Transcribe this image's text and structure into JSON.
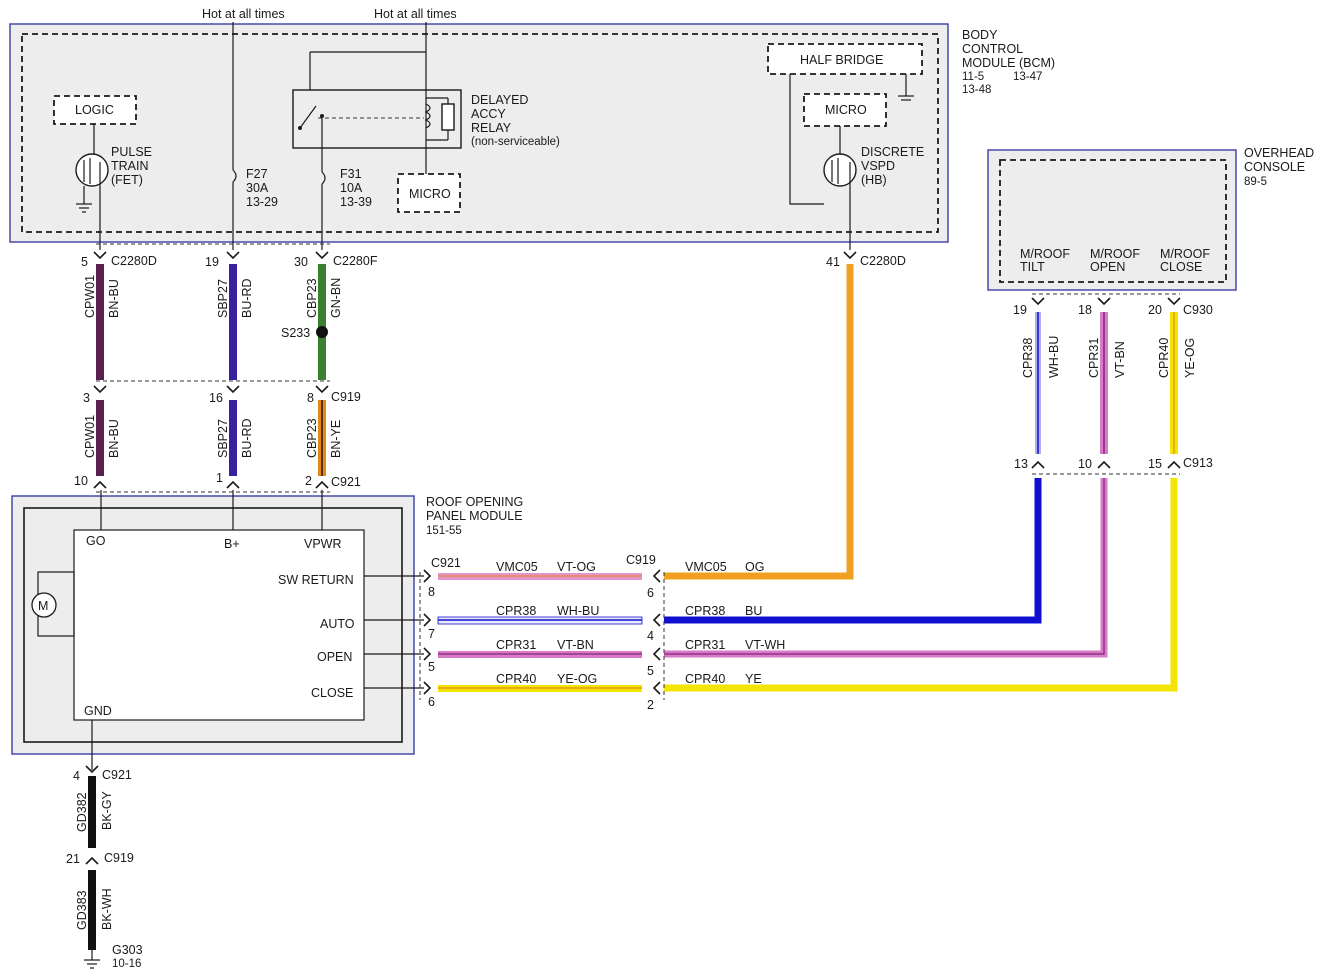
{
  "colors": {
    "module_fill": "#ededed",
    "module_border": "#3a3fa8",
    "wire_orange": "#f0a020",
    "wire_blue": "#1010d0",
    "wire_pink": "#d87ac8",
    "wire_yellow": "#f2e600",
    "wire_black": "#111111",
    "wire_purple_brown": "#5a2050",
    "wire_darkblue": "#3a20a0",
    "wire_green": "#3a8030"
  },
  "top": {
    "hot1": "Hot at all times",
    "hot2": "Hot at all times"
  },
  "bcm": {
    "title1": "BODY",
    "title2": "CONTROL",
    "title3": "MODULE (BCM)",
    "ref1": "11-5",
    "ref2": "13-47",
    "ref3": "13-48",
    "logic": "LOGIC",
    "pulse1": "PULSE",
    "pulse2": "TRAIN",
    "pulse3": "(FET)",
    "relay1": "DELAYED",
    "relay2": "ACCY",
    "relay3": "RELAY",
    "relay4": "(non-serviceable)",
    "micro_mid": "MICRO",
    "micro_right": "MICRO",
    "half_bridge": "HALF BRIDGE",
    "disc1": "DISCRETE",
    "disc2": "VSPD",
    "disc3": "(HB)",
    "f27a": "F27",
    "f27b": "30A",
    "f27c": "13-29",
    "f31a": "F31",
    "f31b": "10A",
    "f31c": "13-39"
  },
  "overhead": {
    "title1": "OVERHEAD",
    "title2": "CONSOLE",
    "ref": "89-5",
    "tilt1": "M/ROOF",
    "tilt2": "TILT",
    "open1": "M/ROOF",
    "open2": "OPEN",
    "close1": "M/ROOF",
    "close2": "CLOSE"
  },
  "rop": {
    "title1": "ROOF OPENING",
    "title2": "PANEL MODULE",
    "ref": "151-55",
    "go": "GO",
    "bplus": "B+",
    "vpwr": "VPWR",
    "swreturn": "SW RETURN",
    "auto": "AUTO",
    "open": "OPEN",
    "close": "CLOSE",
    "gnd": "GND",
    "motor": "M"
  },
  "connectors": {
    "c2280d_left": "C2280D",
    "c2280f": "C2280F",
    "c2280d_right": "C2280D",
    "c919_top": "C919",
    "c921_top": "C921",
    "c930": "C930",
    "c913": "C913",
    "c921_mid": "C921",
    "c919_mid": "C919",
    "c921_gnd": "C921",
    "c919_gnd": "C919",
    "s233": "S233",
    "g303": "G303",
    "g303_ref": "10-16"
  },
  "pins": {
    "p5": "5",
    "p19": "19",
    "p30": "30",
    "p41": "41",
    "p3": "3",
    "p16": "16",
    "p8": "8",
    "p10": "10",
    "p1": "1",
    "p2": "2",
    "oh19": "19",
    "oh18": "18",
    "oh20": "20",
    "oh13": "13",
    "oh10": "10",
    "oh15": "15",
    "l8": "8",
    "l7": "7",
    "l5": "5",
    "l6": "6",
    "r6": "6",
    "r4": "4",
    "r5": "5",
    "r2": "2",
    "g4": "4",
    "g21": "21"
  },
  "wires": {
    "cpw01_a": "CPW01",
    "bnbu_a": "BN-BU",
    "sbp27_a": "SBP27",
    "burd_a": "BU-RD",
    "cbp23_a": "CBP23",
    "gnbn": "GN-BN",
    "cpw01_b": "CPW01",
    "bnbu_b": "BN-BU",
    "sbp27_b": "SBP27",
    "burd_b": "BU-RD",
    "cbp23_b": "CBP23",
    "bnye": "BN-YE",
    "cpr38_v": "CPR38",
    "whbu_v": "WH-BU",
    "cpr31_v": "CPR31",
    "vtbn_v": "VT-BN",
    "cpr40_v": "CPR40",
    "yeog_v": "YE-OG",
    "vmc05_l": "VMC05",
    "vtog": "VT-OG",
    "cpr38_l": "CPR38",
    "whbu_l": "WH-BU",
    "cpr31_l": "CPR31",
    "vtbn_l": "VT-BN",
    "cpr40_l": "CPR40",
    "yeog_l": "YE-OG",
    "vmc05_r": "VMC05",
    "og": "OG",
    "cpr38_r": "CPR38",
    "bu": "BU",
    "cpr31_r": "CPR31",
    "vtwh": "VT-WH",
    "cpr40_r": "CPR40",
    "ye": "YE",
    "gd382": "GD382",
    "bkgy": "BK-GY",
    "gd383": "GD383",
    "bkwh": "BK-WH"
  }
}
